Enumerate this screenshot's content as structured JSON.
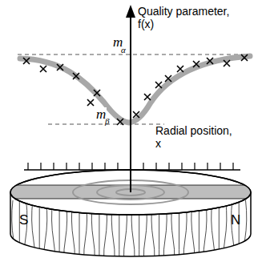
{
  "diagram": {
    "labels": [
      "Quality parameter, f(x)",
      "Radial position, x",
      "m",
      "α",
      "m",
      "β",
      "S",
      "N"
    ]
  }
}
